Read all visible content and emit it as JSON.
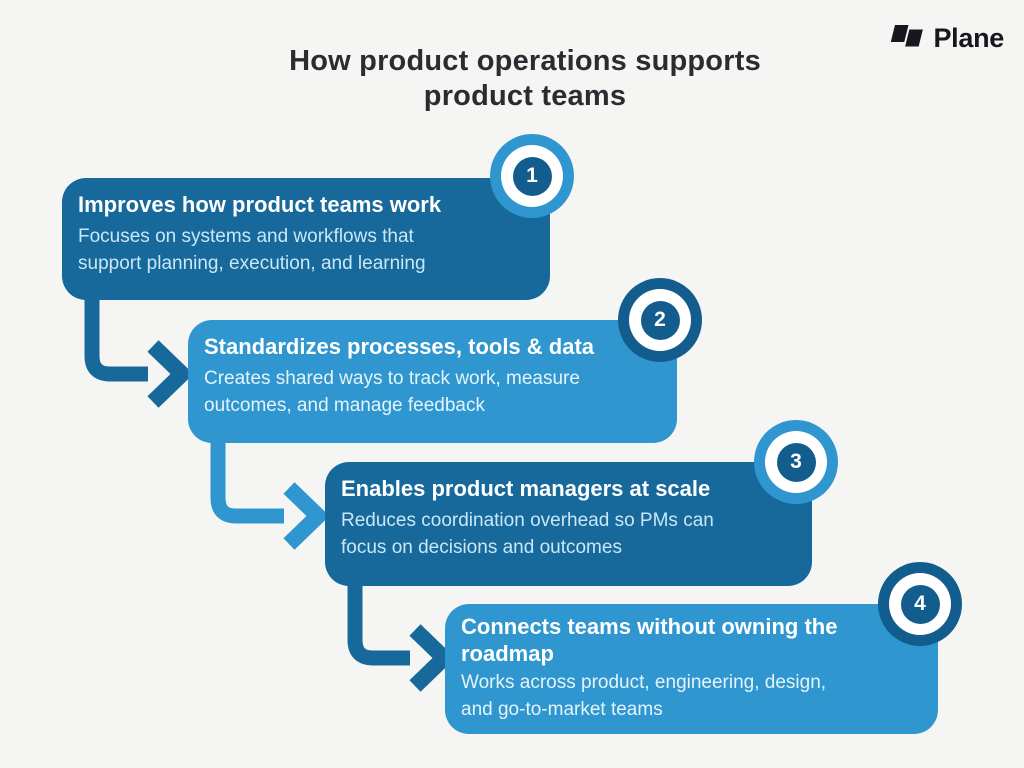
{
  "header": {
    "title": "How product operations supports\nproduct teams"
  },
  "brand": {
    "name": "Plane",
    "logo_icon": "plane-logo-mark",
    "color": "#17171f"
  },
  "steps": [
    {
      "number": "1",
      "title": "Improves how product teams work",
      "description": "Focuses on systems and workflows that\nsupport planning, execution, and learning",
      "accent": "dark"
    },
    {
      "number": "2",
      "title": "Standardizes processes, tools & data",
      "description": "Creates shared ways to track work, measure\noutcomes, and manage feedback",
      "accent": "light"
    },
    {
      "number": "3",
      "title": "Enables product managers at scale",
      "description": "Reduces coordination overhead so PMs can\nfocus on decisions and outcomes",
      "accent": "dark"
    },
    {
      "number": "4",
      "title": "Connects teams without owning the\nroadmap",
      "description": "Works across product, engineering, design,\nand go-to-market teams",
      "accent": "light"
    }
  ],
  "colors": {
    "background": "#f5f6f3",
    "dark_blue": "#17699b",
    "light_blue": "#2f96cf",
    "badge_dark": "#125d8d",
    "heading_text": "#2b2b31",
    "card_title_text": "#ffffff",
    "card_desc_dark_card": "#c9e7f6",
    "card_desc_light_card": "#e4f4fc"
  }
}
